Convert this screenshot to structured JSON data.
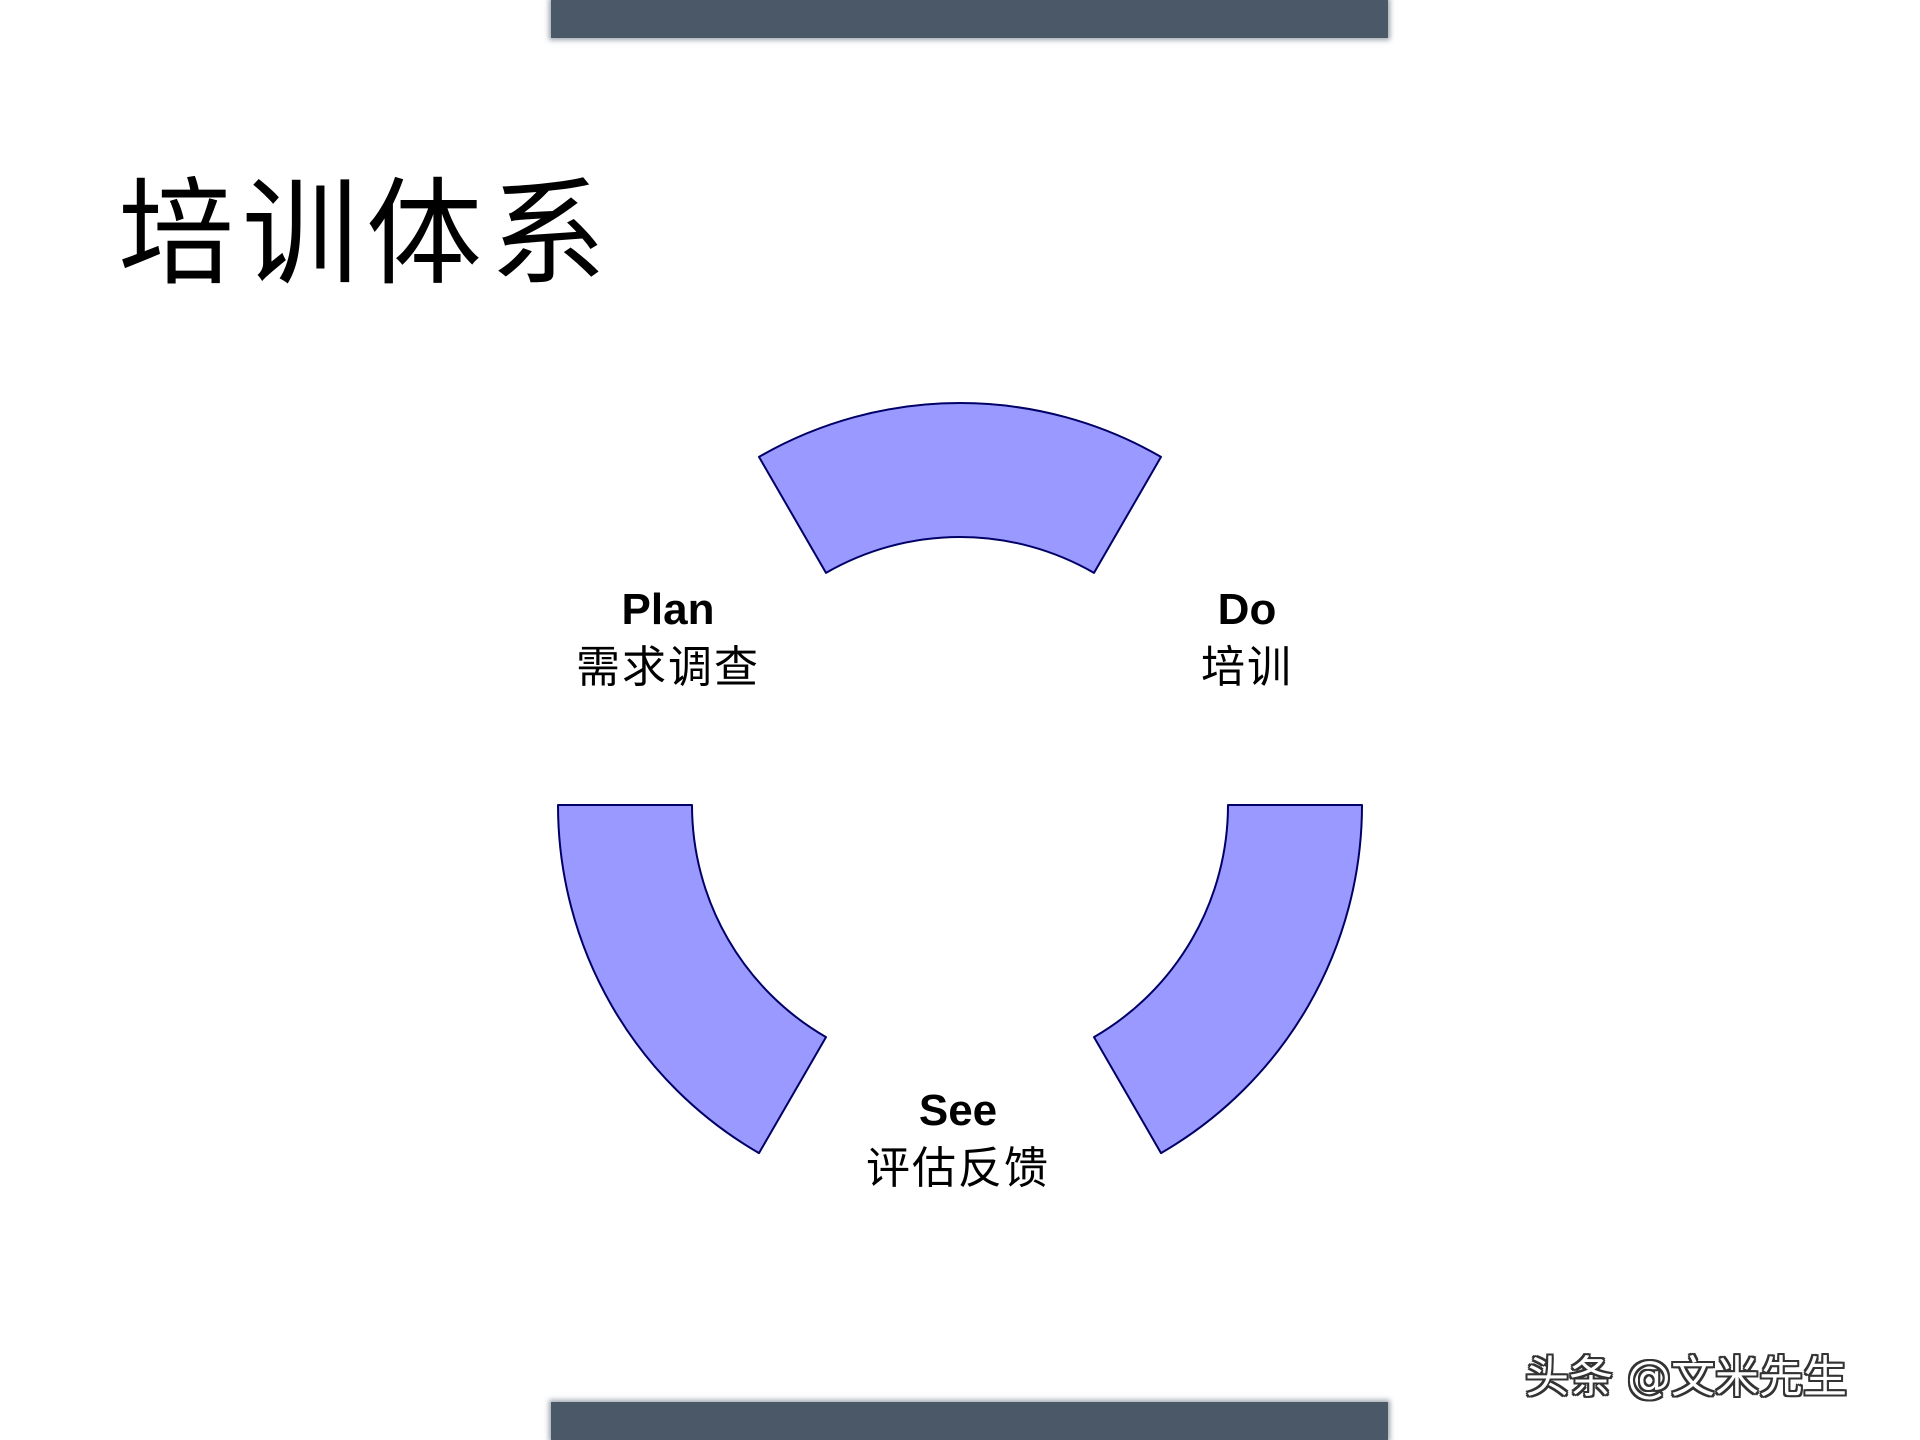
{
  "title": "培训体系",
  "colors": {
    "segment_fill": "#9999ff",
    "segment_stroke": "#000066",
    "bar": "#4a5868"
  },
  "cycle": {
    "phases": [
      {
        "id": "plan",
        "label_en": "Plan",
        "label_cn": "需求调查"
      },
      {
        "id": "do",
        "label_en": "Do",
        "label_cn": "培训"
      },
      {
        "id": "see",
        "label_en": "See",
        "label_cn": "评估反馈"
      }
    ]
  },
  "watermark": "头条 @文米先生"
}
